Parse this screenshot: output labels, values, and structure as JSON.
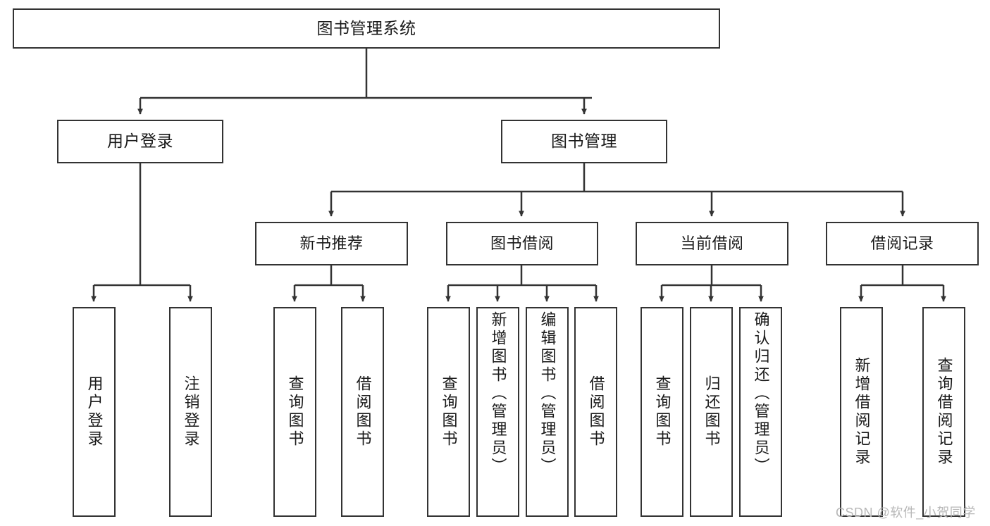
{
  "diagram": {
    "title": "图书管理系统",
    "type": "hierarchy-tree",
    "root": {
      "id": "root",
      "label": "图书管理系统"
    },
    "level2": [
      {
        "id": "login",
        "label": "用户登录"
      },
      {
        "id": "bookmg",
        "label": "图书管理"
      }
    ],
    "level3": [
      {
        "id": "newbook",
        "label": "新书推荐"
      },
      {
        "id": "borrow",
        "label": "图书借阅"
      },
      {
        "id": "current",
        "label": "当前借阅"
      },
      {
        "id": "records",
        "label": "借阅记录"
      }
    ],
    "leaves": {
      "login": [
        "用户登录",
        "注销登录"
      ],
      "newbook": [
        "查询图书",
        "借阅图书"
      ],
      "borrow": [
        "查询图书",
        "新增图书（管理员）",
        "编辑图书（管理员）",
        "借阅图书"
      ],
      "current": [
        "查询图书",
        "归还图书",
        "确认归还（管理员）"
      ],
      "records": [
        "新增借阅记录",
        "查询借阅记录"
      ]
    }
  },
  "watermark": {
    "text": "CSDN @软件_小贺同学"
  },
  "colors": {
    "stroke": "#333333",
    "box_fill": "#ffffff",
    "text": "#1a1a1a",
    "watermark": "#b8b8b8",
    "background": "#ffffff"
  }
}
